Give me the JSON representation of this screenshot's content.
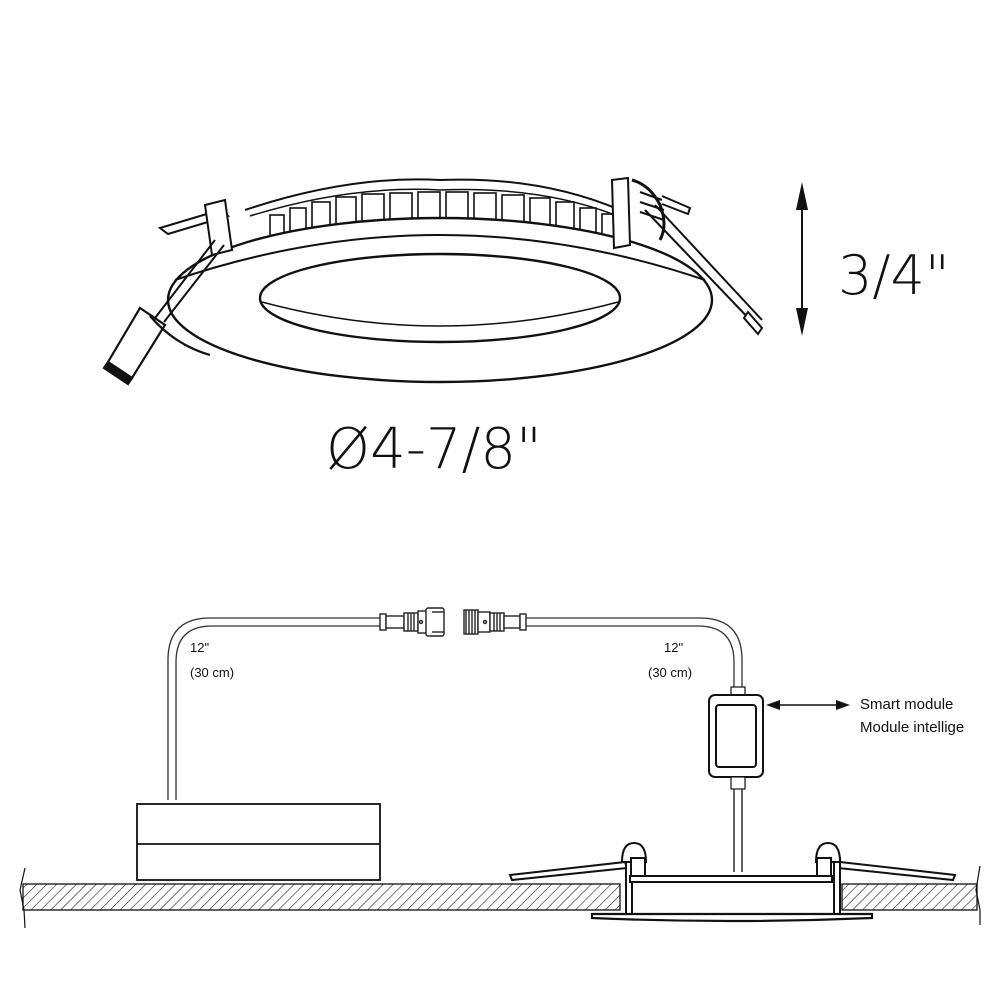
{
  "top_view": {
    "height_dimension": "3/4\"",
    "diameter_dimension": "Ø4-7/8\""
  },
  "wiring_diagram": {
    "left_cable": {
      "length_in": "12\"",
      "length_cm": "(30 cm)"
    },
    "right_cable": {
      "length_in": "12\"",
      "length_cm": "(30 cm)"
    },
    "smart_module": {
      "label_en": "Smart module",
      "label_fr": "Module intellige"
    }
  },
  "colors": {
    "line": "#111111",
    "background": "#ffffff"
  }
}
